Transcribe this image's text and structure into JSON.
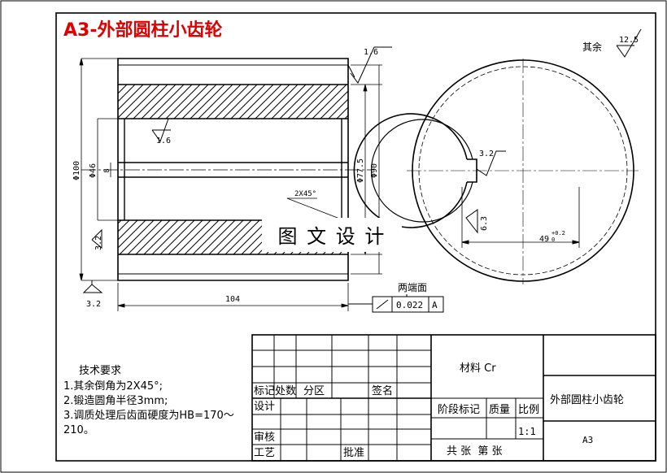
{
  "title": "A3-外部圆柱小齿轮",
  "colors": {
    "title": "#e00000",
    "line": "#000000",
    "paper": "#ffffff"
  },
  "watermark": "图 文 设 计",
  "surface_finish": {
    "general_label": "其余",
    "general_value": "12.5",
    "top_right": "1.6",
    "bore": "1.6",
    "left": "3.2",
    "bottom_left": "3.2",
    "keyway": "3.2",
    "keyway_side": "6.3"
  },
  "dimensions": {
    "outer_dia": "Φ100",
    "bore_dia": "Φ46",
    "groove": "8",
    "mid_dia": "Φ77.5",
    "rim_dia": "Φ90",
    "length": "104",
    "chamfer": "2X45°",
    "keyway_depth": "49",
    "keyway_tol": "+0.2",
    "keyway_tol_low": "0"
  },
  "tolerance": {
    "label": "两端面",
    "value": "0.022",
    "datum": "A"
  },
  "tech_requirements": {
    "heading": "技术要求",
    "items": [
      "1.其余倒角为2X45°;",
      "2.锻造圆角半径3mm;",
      "3.调质处理后齿面硬度为HB=170～",
      "210。"
    ]
  },
  "title_block": {
    "material": "材料 Cr",
    "part_name": "外部圆柱小齿轮",
    "sheet_size": "A3",
    "mark": "标记",
    "count": "处数",
    "zone": "分区",
    "signature": "签名",
    "design": "设计",
    "stage_mark": "阶段标记",
    "mass": "质量",
    "scale_label": "比例",
    "scale": "1:1",
    "review": "审核",
    "process": "工艺",
    "approve": "批准",
    "sheets": "共 张  第 张"
  }
}
